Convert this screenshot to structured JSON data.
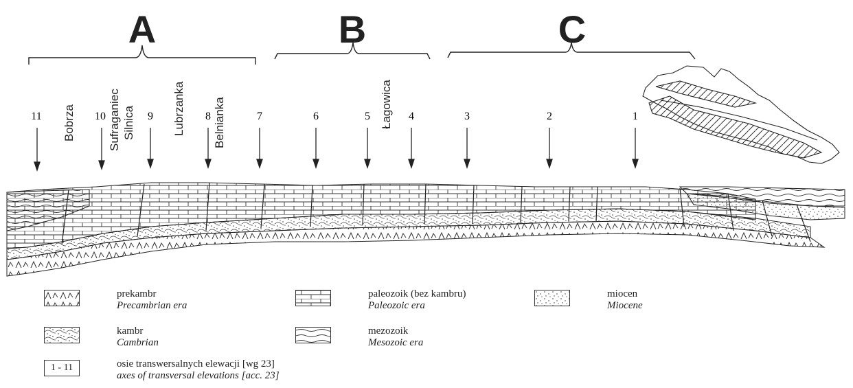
{
  "regions": [
    {
      "letter": "A"
    },
    {
      "letter": "B"
    },
    {
      "letter": "C"
    }
  ],
  "axes": [
    "11",
    "10",
    "9",
    "8",
    "7",
    "6",
    "5",
    "4",
    "3",
    "2",
    "1"
  ],
  "rivers": [
    "Bobrza",
    "Sufraganiec",
    "Silnica",
    "Lubrzanka",
    "Belnianka",
    "Łagowica"
  ],
  "legend": {
    "precambrian": {
      "pl": "prekambr",
      "en": "Precambrian era"
    },
    "paleozoic": {
      "pl": "paleozoik (bez kambru)",
      "en": "Paleozoic era"
    },
    "miocene": {
      "pl": "miocen",
      "en": "Miocene"
    },
    "cambrian": {
      "pl": "kambr",
      "en": "Cambrian"
    },
    "mesozoic": {
      "pl": "mezozoik",
      "en": "Mesozoic era"
    },
    "axes_box": "1 - 11",
    "axes_label": {
      "pl": "osie transwersalnych elewacji [wg 23]",
      "en": "axes of transversal elevations [acc. 23]"
    }
  }
}
